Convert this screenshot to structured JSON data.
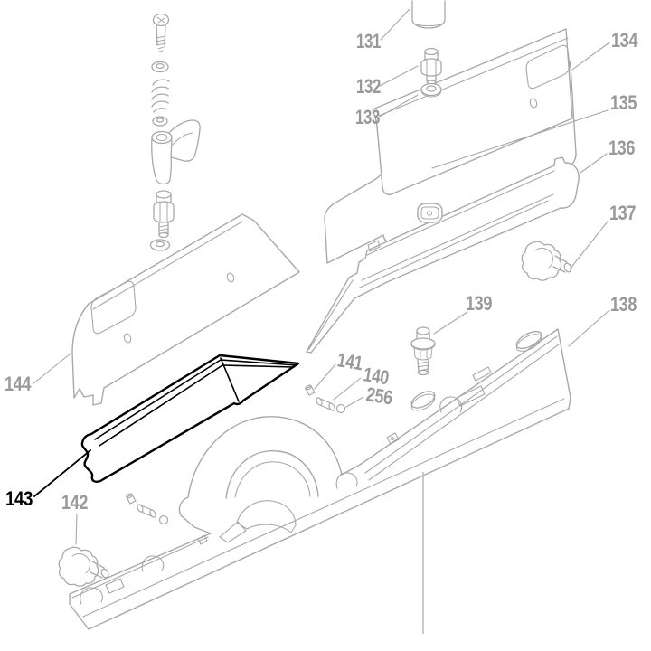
{
  "diagram": {
    "kind": "exploded-parts-diagram",
    "description_visible": "tool fence / guide rail exploded parts view, line art",
    "highlighted_part": "143",
    "part_numbers": [
      "131",
      "132",
      "133",
      "134",
      "135",
      "136",
      "137",
      "138",
      "139",
      "140",
      "141",
      "142",
      "143",
      "144",
      "256"
    ]
  },
  "labels": {
    "p131": "131",
    "p132": "132",
    "p133": "133",
    "p134": "134",
    "p135": "135",
    "p136": "136",
    "p137": "137",
    "p138": "138",
    "p139": "139",
    "p140": "140",
    "p141": "141",
    "p142": "142",
    "p143": "143",
    "p144": "144",
    "p256": "256"
  },
  "colors": {
    "background": "#ffffff",
    "part_line_gray": "#a8a8a8",
    "label_gray": "#999999",
    "highlight_black": "#000000"
  }
}
